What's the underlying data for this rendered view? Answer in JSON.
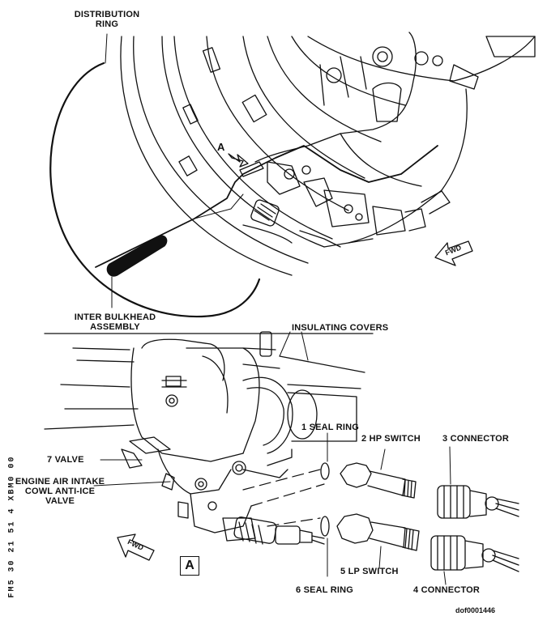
{
  "labels": {
    "distribution_ring": [
      "DISTRIBUTION",
      "RING"
    ],
    "arrow_a": "A",
    "inter_bulkhead": [
      "INTER BULKHEAD",
      "ASSEMBLY"
    ],
    "insulating_covers": "INSULATING COVERS",
    "seal_ring_1": "1 SEAL RING",
    "hp_switch": "2 HP SWITCH",
    "connector_3": "3 CONNECTOR",
    "valve_7": "7 VALVE",
    "engine_valve": [
      "ENGINE AIR INTAKE",
      "COWL ANTI-ICE",
      "VALVE"
    ],
    "lp_switch": "5 LP SWITCH",
    "seal_ring_6": "6 SEAL RING",
    "connector_4": "4 CONNECTOR",
    "fwd_upper": "FWD",
    "fwd_lower": "FWD",
    "sheet_box": "A",
    "side_code": "FM5 30 21 51 4 XBM0 00",
    "ref_code": "dof0001446"
  }
}
